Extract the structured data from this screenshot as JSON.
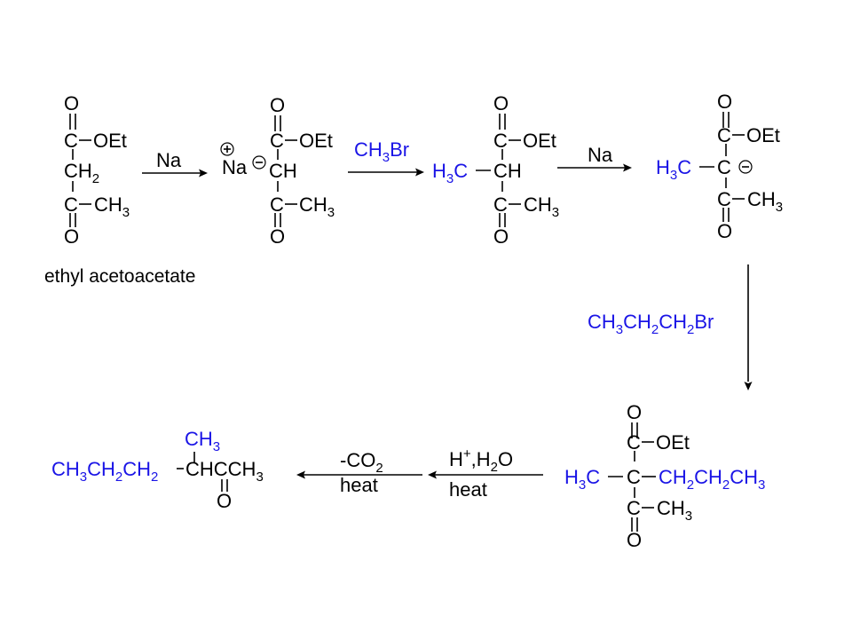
{
  "colors": {
    "black": "#000000",
    "blue": "#1a14e6"
  },
  "compound_label": "ethyl acetoacetate",
  "common": {
    "O": "O",
    "C": "C",
    "OEt": "OEt",
    "CH": "CH",
    "Na": "Na",
    "H3C": "H3C",
    "CH3": "CH3",
    "CH2": "CH2",
    "minus": "−",
    "plus": "+"
  },
  "reagents": {
    "step1": "Na",
    "step2": "CH3Br",
    "step3": "Na",
    "step4": "CH3CH2CH2Br",
    "step5_top": "H+,H2O",
    "step5_bottom": "heat",
    "step6_top": "-CO2",
    "step6_bottom": "heat"
  },
  "product": {
    "chain": "CH3CH2CH2",
    "core": "CHCCH3",
    "branch": "CH3",
    "oxygen": "O"
  },
  "alkylated2": {
    "right_chain": "CH2CH2CH3"
  }
}
